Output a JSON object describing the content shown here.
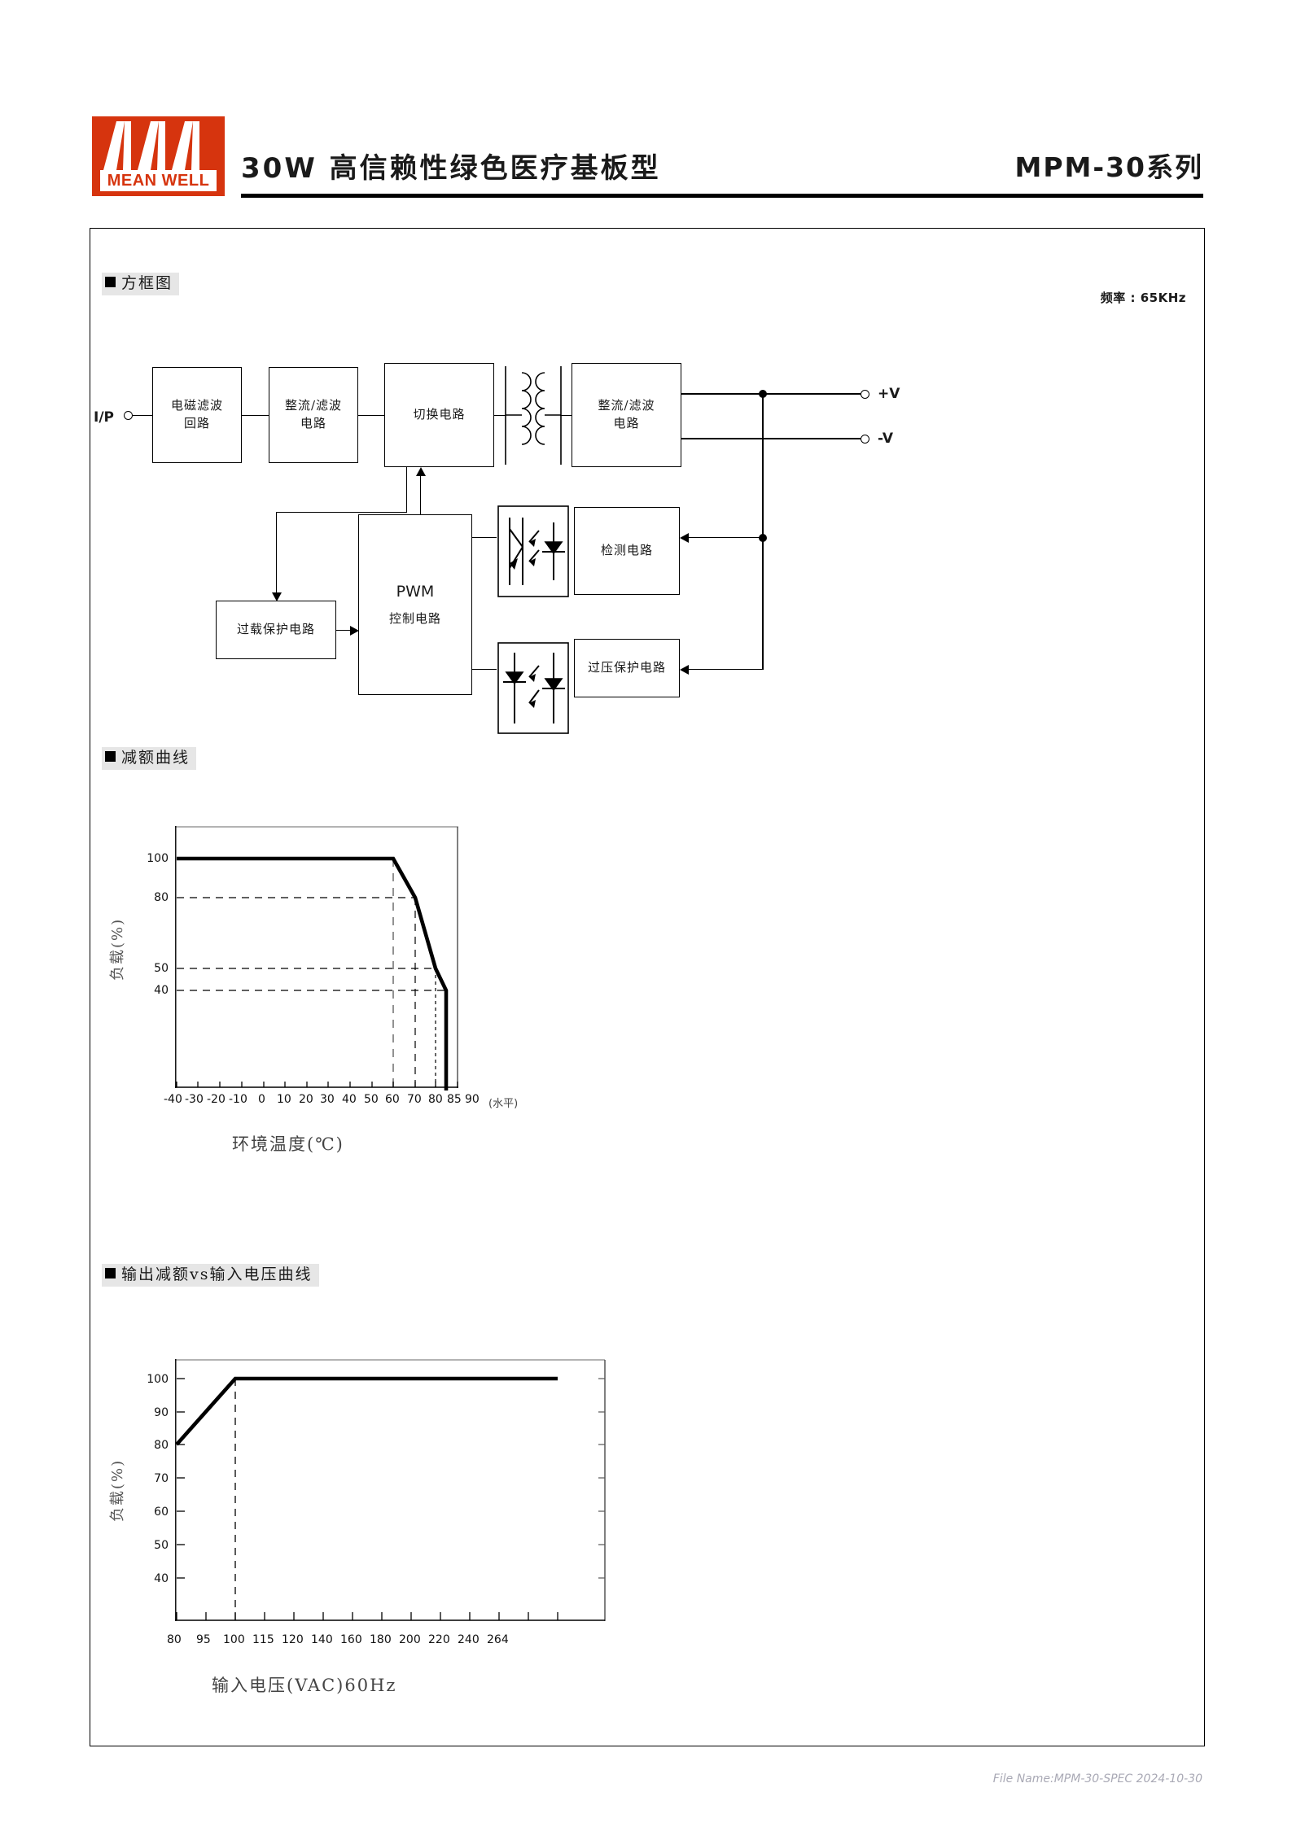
{
  "header": {
    "logo_text": "MEAN WELL",
    "logo_color": "#D6340E",
    "title": "30W 高信赖性绿色医疗基板型",
    "series": "MPM-30系列"
  },
  "sections": {
    "block_diagram": "方框图",
    "derating_curve": "减额曲线",
    "vin_curve": "输出减额vs输入电压曲线"
  },
  "block_diagram": {
    "frequency_note": "频率 : 65KHz",
    "input_label": "I/P",
    "output_positive": "+V",
    "output_negative": "-V",
    "boxes": [
      {
        "id": "emi",
        "line1": "电磁滤波",
        "line2": "回路"
      },
      {
        "id": "rect1",
        "line1": "整流/滤波",
        "line2": "电路"
      },
      {
        "id": "switch",
        "line1": "切换电路",
        "line2": ""
      },
      {
        "id": "rect2",
        "line1": "整流/滤波",
        "line2": "电路"
      },
      {
        "id": "pwm",
        "line1": "PWM",
        "line2": "控制电路"
      },
      {
        "id": "ocp",
        "line1": "过载保护电路",
        "line2": ""
      },
      {
        "id": "detect",
        "line1": "检测电路",
        "line2": ""
      },
      {
        "id": "ovp",
        "line1": "过压保护电路",
        "line2": ""
      }
    ]
  },
  "chart_data": [
    {
      "type": "line",
      "id": "derating-curve",
      "title": "减额曲线",
      "xlabel": "环境温度(℃)",
      "ylabel": "负载(%)",
      "note": "(水平)",
      "xlim": [
        -40,
        90
      ],
      "ylim": [
        0,
        110
      ],
      "xticks": [
        -40,
        -30,
        -20,
        -10,
        0,
        10,
        20,
        30,
        40,
        50,
        60,
        70,
        80,
        85,
        90
      ],
      "xtick_labels": [
        "-40",
        "-30",
        "-20",
        "-10",
        "0",
        "10",
        "20",
        "30",
        "40",
        "50",
        "60",
        "70",
        "80",
        "85",
        "90"
      ],
      "yticks": [
        40,
        50,
        80,
        100
      ],
      "ytick_labels": [
        "40",
        "50",
        "80",
        "100"
      ],
      "grid": "dashed-guides",
      "series": [
        {
          "name": "load",
          "x": [
            -40,
            60,
            70,
            80,
            85,
            85
          ],
          "values": [
            100,
            100,
            80,
            50,
            40,
            0
          ]
        }
      ],
      "guides": [
        {
          "orientation": "vertical",
          "at": 60
        },
        {
          "orientation": "vertical",
          "at": 70
        },
        {
          "orientation": "vertical",
          "at": 80
        },
        {
          "orientation": "horizontal",
          "at": 80
        },
        {
          "orientation": "horizontal",
          "at": 50
        },
        {
          "orientation": "horizontal",
          "at": 40
        }
      ]
    },
    {
      "type": "line",
      "id": "vin-derating-curve",
      "title": "输出减额vs输入电压曲线",
      "xlabel": "输入电压(VAC)60Hz",
      "ylabel": "负载(%)",
      "xlim": [
        80,
        264
      ],
      "ylim": [
        30,
        105
      ],
      "xticks": [
        80,
        95,
        100,
        115,
        120,
        140,
        160,
        180,
        200,
        220,
        240,
        264
      ],
      "xtick_labels": [
        "80",
        "95",
        "100",
        "115",
        "120",
        "140",
        "160",
        "180",
        "200",
        "220",
        "240",
        "264"
      ],
      "yticks": [
        40,
        50,
        60,
        70,
        80,
        90,
        100
      ],
      "ytick_labels": [
        "40",
        "50",
        "60",
        "70",
        "80",
        "90",
        "100"
      ],
      "grid": "dashed-guides",
      "series": [
        {
          "name": "load",
          "x": [
            80,
            100,
            264
          ],
          "values": [
            80,
            100,
            100
          ]
        }
      ],
      "guides": [
        {
          "orientation": "vertical",
          "at": 100
        }
      ]
    }
  ],
  "footer": {
    "file_name": "File Name:MPM-30-SPEC  2024-10-30"
  }
}
